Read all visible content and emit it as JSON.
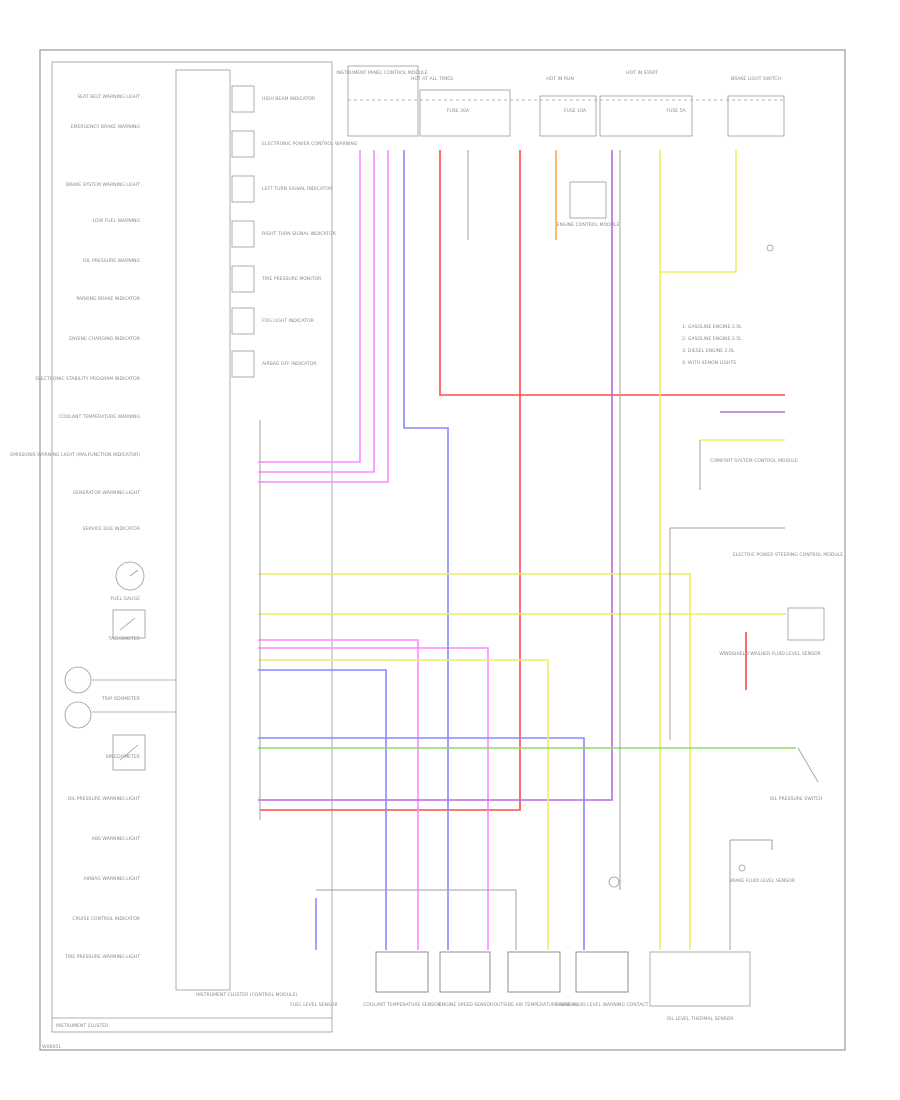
{
  "figure_id": "W06651",
  "panel_label": "INSTRUMENT CLUSTER",
  "cluster": {
    "module_label": "INSTRUMENT CLUSTER (CONTROL MODULE)",
    "left_labels": [
      "SEAT BELT WARNING LIGHT",
      "EMERGENCY BRAKE WARNING",
      "BRAKE SYSTEM WARNING LIGHT",
      "LOW FUEL WARNING",
      "OIL PRESSURE WARNING",
      "PARKING BRAKE INDICATOR",
      "ENGINE CHARGING INDICATOR",
      "ELECTRONIC STABILITY PROGRAM INDICATOR",
      "COOLANT TEMPERATURE WARNING",
      "EMISSIONS WARNING LIGHT (MALFUNCTION INDICATOR)",
      "GENERATOR WARNING LIGHT",
      "SERVICE DUE INDICATOR",
      "FUEL GAUGE",
      "TACHOMETER",
      "TRIP ODOMETER",
      "SPEEDOMETER",
      "OIL PRESSURE WARNING LIGHT",
      "ABS WARNING LIGHT",
      "AIRBAG WARNING LIGHT",
      "CRUISE CONTROL INDICATOR",
      "TIRE PRESSURE WARNING LIGHT"
    ],
    "right_labels": [
      "HIGH BEAM INDICATOR",
      "ELECTRONIC POWER CONTROL WARNING",
      "LEFT TURN SIGNAL INDICATOR",
      "RIGHT TURN SIGNAL INDICATOR",
      "TIRE PRESSURE MONITOR",
      "FOG LIGHT INDICATOR",
      "AIRBAG OFF INDICATOR"
    ]
  },
  "top_components": [
    "INSTRUMENT PANEL CONTROL MODULE",
    "HOT AT ALL TIMES",
    "FUSE 30A",
    "HOT IN RUN",
    "FUSE 10A",
    "ENGINE CONTROL MODULE",
    "HOT IN START",
    "FUSE 5A",
    "BRAKE LIGHT SWITCH"
  ],
  "right_legend": [
    "1: GASOLINE ENGINE 2.0L",
    "2: GASOLINE ENGINE 2.5L",
    "3: DIESEL ENGINE 2.0L",
    "4: WITH XENON LIGHTS"
  ],
  "right_components": [
    "COMFORT SYSTEM CONTROL MODULE",
    "ELECTRIC POWER STEERING CONTROL MODULE",
    "WINDSHIELD WASHER FLUID LEVEL SENSOR",
    "OIL PRESSURE SWITCH",
    "BRAKE FLUID LEVEL SENSOR"
  ],
  "bottom_components": [
    "FUEL LEVEL SENSOR",
    "COOLANT TEMPERATURE SENSOR",
    "ENGINE SPEED SENSOR",
    "OUTSIDE AIR TEMPERATURE SENSOR",
    "BRAKE FLUID LEVEL WARNING CONTACT",
    "OIL LEVEL THERMAL SENSOR"
  ],
  "wire_colors": {
    "red": "#ff4a4a",
    "pink": "#ff88ff",
    "blue": "#8888ff",
    "yellow": "#eeee66",
    "green": "#88dd66",
    "violet": "#b56be0",
    "orange": "#ffaa44",
    "gray": "#a0a0a0"
  }
}
